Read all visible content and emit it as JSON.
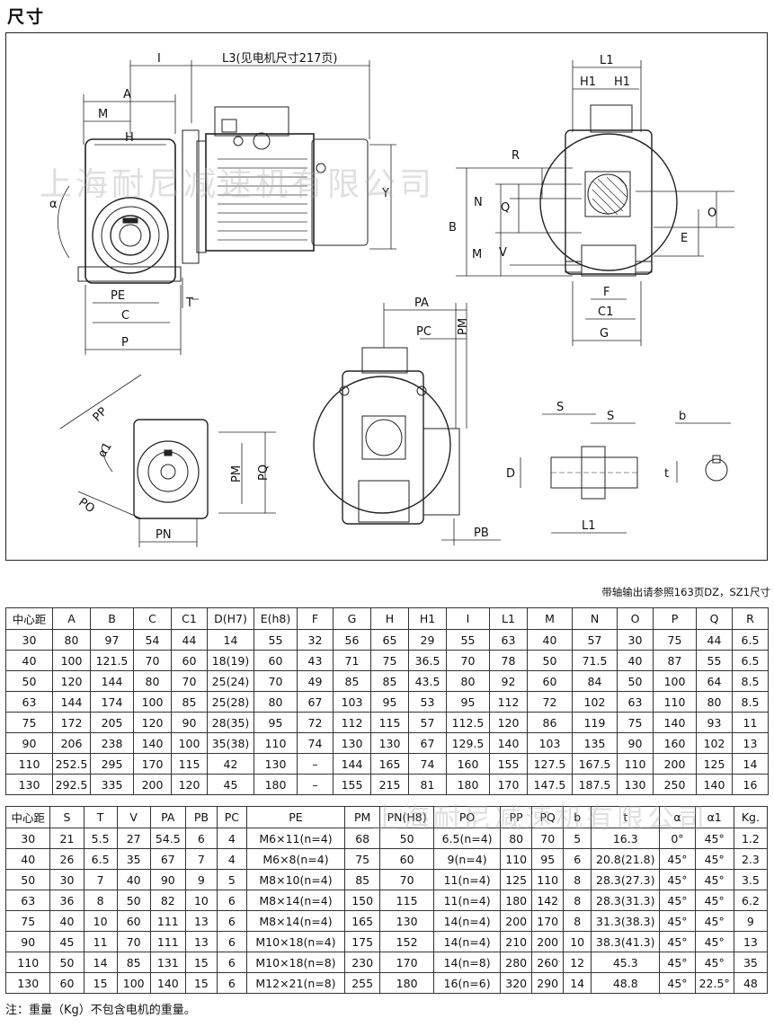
{
  "title": "尺寸",
  "drawing": {
    "labels": {
      "l": "I",
      "l3": "L3(见电机尺寸217页)",
      "a": "A",
      "m": "M",
      "h": "H",
      "alpha": "α",
      "y": "Y",
      "pe": "PE",
      "c": "C",
      "p": "P",
      "t": "T",
      "l1_top": "L1",
      "h1_a": "H1",
      "h1_b": "H1",
      "r": "R",
      "n": "N",
      "q": "Q",
      "b": "B",
      "m2": "M",
      "v": "V",
      "o": "O",
      "e": "E",
      "f": "F",
      "c1": "C1",
      "g": "G",
      "pa": "PA",
      "pc": "PC",
      "pm_side": "PM",
      "pb": "PB",
      "pp": "PP",
      "alpha1": "α1",
      "po": "PO",
      "pm": "PM",
      "pq": "PQ",
      "pn": "PN",
      "s1": "S",
      "s2": "S",
      "d": "D",
      "l1_shaft": "L1",
      "b_small": "b",
      "t_small": "t"
    },
    "watermark": "上海耐尼减速机有限公司"
  },
  "note_top": "带轴输出请参照163页DZ，SZ1尺寸",
  "table1": {
    "headers": [
      "中心距",
      "A",
      "B",
      "C",
      "C1",
      "D(H7)",
      "E(h8)",
      "F",
      "G",
      "H",
      "H1",
      "I",
      "L1",
      "M",
      "N",
      "O",
      "P",
      "Q",
      "R"
    ],
    "rows": [
      [
        "30",
        "80",
        "97",
        "54",
        "44",
        "14",
        "55",
        "32",
        "56",
        "65",
        "29",
        "55",
        "63",
        "40",
        "57",
        "30",
        "75",
        "44",
        "6.5"
      ],
      [
        "40",
        "100",
        "121.5",
        "70",
        "60",
        "18(19)",
        "60",
        "43",
        "71",
        "75",
        "36.5",
        "70",
        "78",
        "50",
        "71.5",
        "40",
        "87",
        "55",
        "6.5"
      ],
      [
        "50",
        "120",
        "144",
        "80",
        "70",
        "25(24)",
        "70",
        "49",
        "85",
        "85",
        "43.5",
        "80",
        "92",
        "60",
        "84",
        "50",
        "100",
        "64",
        "8.5"
      ],
      [
        "63",
        "144",
        "174",
        "100",
        "85",
        "25(28)",
        "80",
        "67",
        "103",
        "95",
        "53",
        "95",
        "112",
        "72",
        "102",
        "63",
        "110",
        "80",
        "8.5"
      ],
      [
        "75",
        "172",
        "205",
        "120",
        "90",
        "28(35)",
        "95",
        "72",
        "112",
        "115",
        "57",
        "112.5",
        "120",
        "86",
        "119",
        "75",
        "140",
        "93",
        "11"
      ],
      [
        "90",
        "206",
        "238",
        "140",
        "100",
        "35(38)",
        "110",
        "74",
        "130",
        "130",
        "67",
        "129.5",
        "140",
        "103",
        "135",
        "90",
        "160",
        "102",
        "13"
      ],
      [
        "110",
        "252.5",
        "295",
        "170",
        "115",
        "42",
        "130",
        "–",
        "144",
        "165",
        "74",
        "160",
        "155",
        "127.5",
        "167.5",
        "110",
        "200",
        "125",
        "14"
      ],
      [
        "130",
        "292.5",
        "335",
        "200",
        "120",
        "45",
        "180",
        "–",
        "155",
        "215",
        "81",
        "180",
        "170",
        "147.5",
        "187.5",
        "130",
        "250",
        "140",
        "16"
      ]
    ]
  },
  "table2": {
    "headers": [
      "中心距",
      "S",
      "T",
      "V",
      "PA",
      "PB",
      "PC",
      "PE",
      "PM",
      "PN(H8)",
      "PO",
      "PP",
      "PQ",
      "b",
      "t",
      "α",
      "α1",
      "Kg."
    ],
    "rows": [
      [
        "30",
        "21",
        "5.5",
        "27",
        "54.5",
        "6",
        "4",
        "M6×11(n=4)",
        "68",
        "50",
        "6.5(n=4)",
        "80",
        "70",
        "5",
        "16.3",
        "0°",
        "45°",
        "1.2"
      ],
      [
        "40",
        "26",
        "6.5",
        "35",
        "67",
        "7",
        "4",
        "M6×8(n=4)",
        "75",
        "60",
        "9(n=4)",
        "110",
        "95",
        "6",
        "20.8(21.8)",
        "45°",
        "45°",
        "2.3"
      ],
      [
        "50",
        "30",
        "7",
        "40",
        "90",
        "9",
        "5",
        "M8×10(n=4)",
        "85",
        "70",
        "11(n=4)",
        "125",
        "110",
        "8",
        "28.3(27.3)",
        "45°",
        "45°",
        "3.5"
      ],
      [
        "63",
        "36",
        "8",
        "50",
        "82",
        "10",
        "6",
        "M8×14(n=4)",
        "150",
        "115",
        "11(n=4)",
        "180",
        "142",
        "8",
        "28.3(31.3)",
        "45°",
        "45°",
        "6.2"
      ],
      [
        "75",
        "40",
        "10",
        "60",
        "111",
        "13",
        "6",
        "M8×14(n=4)",
        "165",
        "130",
        "14(n=4)",
        "200",
        "170",
        "8",
        "31.3(38.3)",
        "45°",
        "45°",
        "9"
      ],
      [
        "90",
        "45",
        "11",
        "70",
        "111",
        "13",
        "6",
        "M10×18(n=4)",
        "175",
        "152",
        "14(n=4)",
        "210",
        "200",
        "10",
        "38.3(41.3)",
        "45°",
        "45°",
        "13"
      ],
      [
        "110",
        "50",
        "14",
        "85",
        "131",
        "15",
        "6",
        "M10×18(n=8)",
        "230",
        "170",
        "14(n=8)",
        "280",
        "260",
        "12",
        "45.3",
        "45°",
        "45°",
        "35"
      ],
      [
        "130",
        "60",
        "15",
        "100",
        "140",
        "15",
        "6",
        "M12×21(n=8)",
        "255",
        "180",
        "16(n=6)",
        "320",
        "290",
        "14",
        "48.8",
        "45°",
        "22.5°",
        "48"
      ]
    ]
  },
  "footer_note": "注：重量（Kg）不包含电机的重量。"
}
